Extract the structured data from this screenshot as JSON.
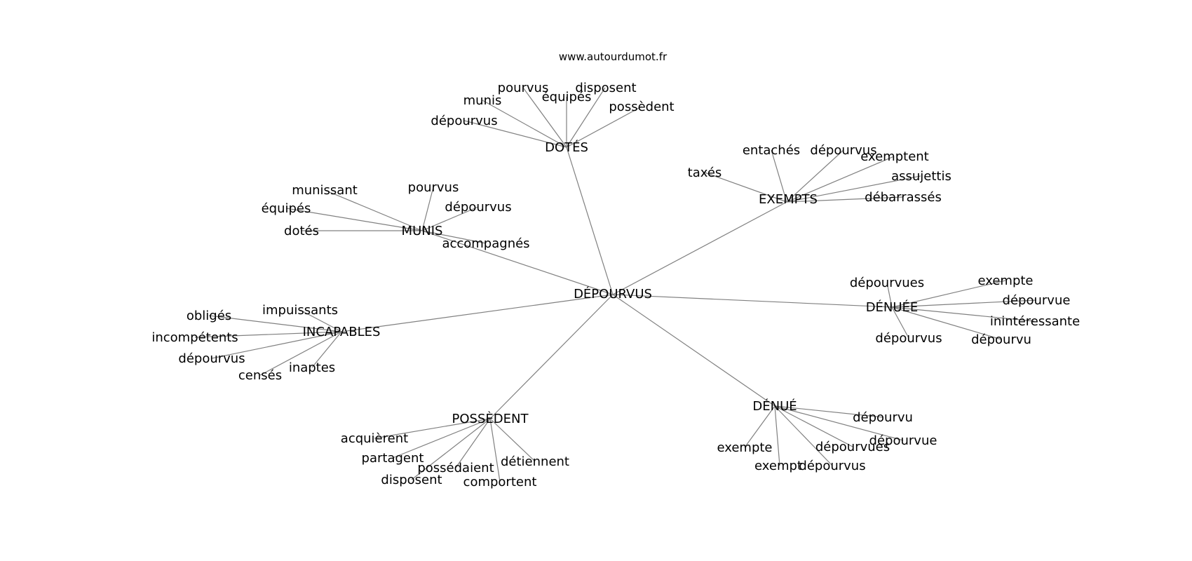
{
  "source_url": "www.autourdumot.fr",
  "center": "DÉPOURVUS",
  "clusters": [
    {
      "word": "DOTÉS",
      "related": [
        "pourvus",
        "munis",
        "équipés",
        "disposent",
        "dépourvus",
        "possèdent"
      ]
    },
    {
      "word": "EXEMPTS",
      "related": [
        "taxés",
        "entachés",
        "dépourvus",
        "exemptent",
        "assujettis",
        "débarrassés"
      ]
    },
    {
      "word": "MUNIS",
      "related": [
        "munissant",
        "pourvus",
        "équipés",
        "dépourvus",
        "dotés",
        "accompagnés"
      ]
    },
    {
      "word": "DÉNUÉE",
      "related": [
        "dépourvues",
        "exempte",
        "dépourvue",
        "inintéressante",
        "dépourvus",
        "dépourvu"
      ]
    },
    {
      "word": "INCAPABLES",
      "related": [
        "obligés",
        "impuissants",
        "incompétents",
        "dépourvus",
        "censés",
        "inaptes"
      ]
    },
    {
      "word": "DÉNUÉ",
      "related": [
        "dépourvu",
        "exempte",
        "dépourvues",
        "dépourvue",
        "exempt",
        "dépourvus"
      ]
    },
    {
      "word": "POSSÈDENT",
      "related": [
        "acquièrent",
        "partagent",
        "possédaient",
        "détiennent",
        "disposent",
        "comportent"
      ]
    }
  ]
}
